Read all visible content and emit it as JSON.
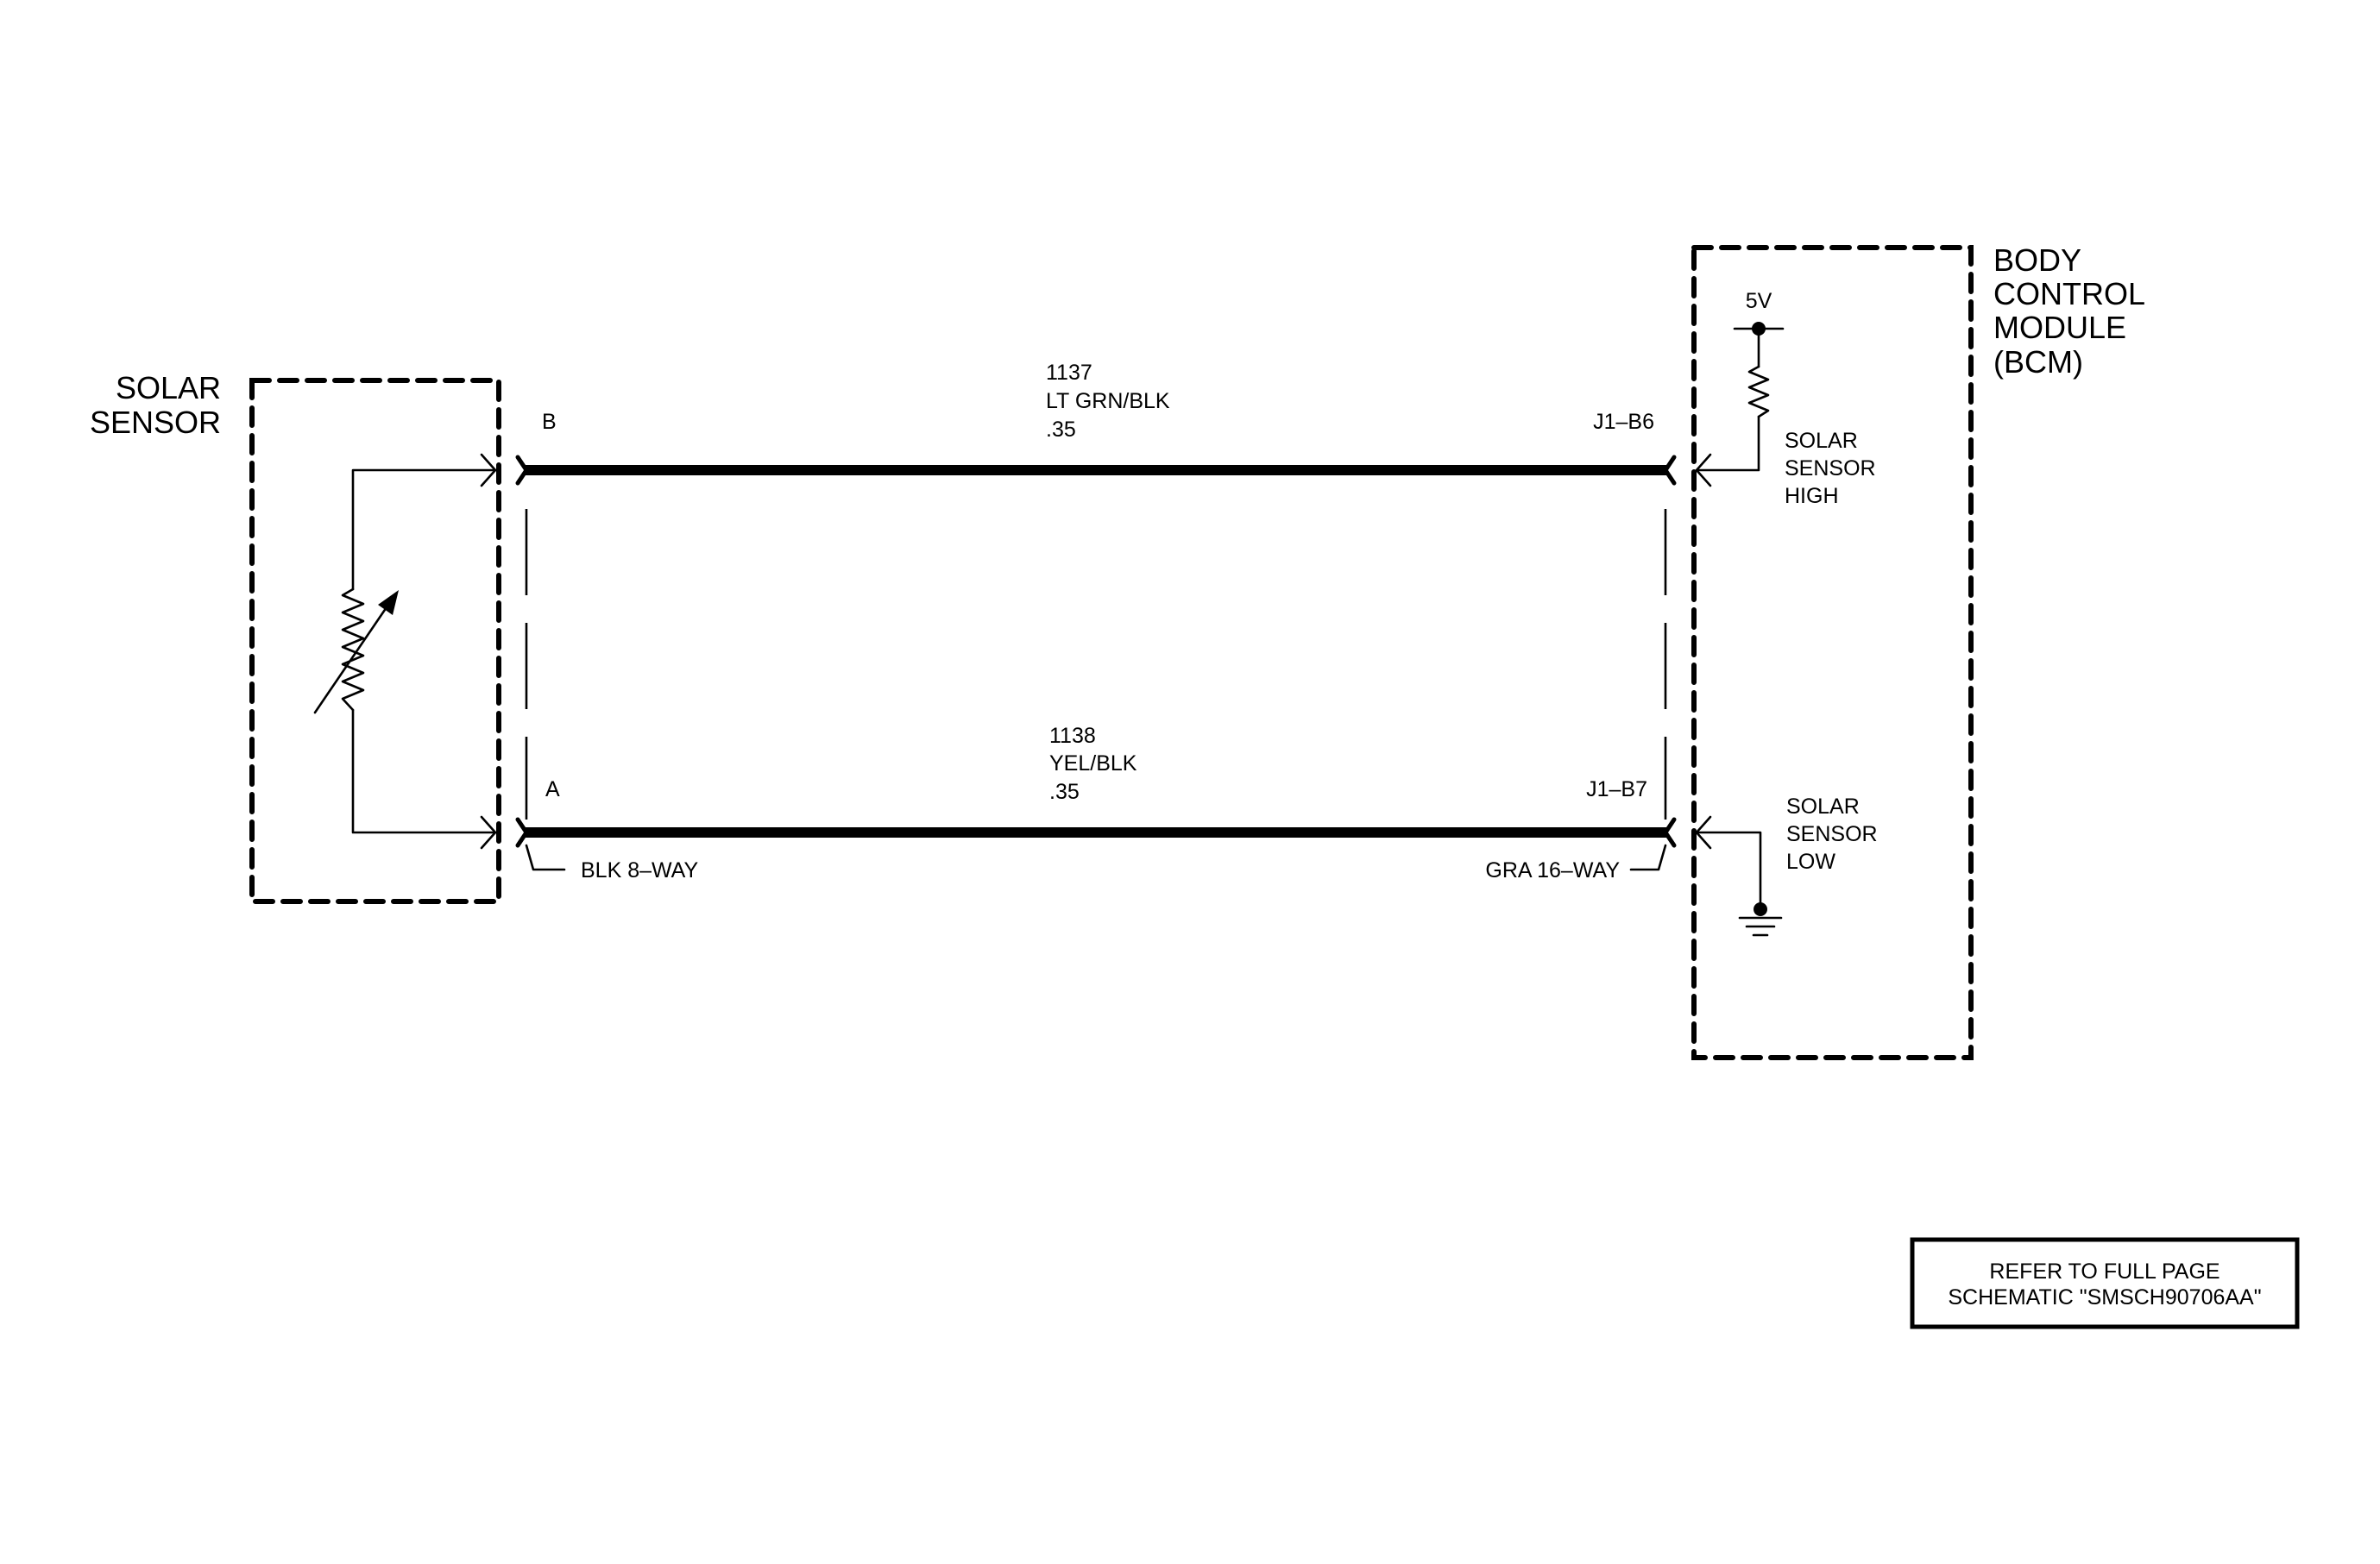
{
  "components": {
    "solar_sensor": {
      "label_line1": "SOLAR",
      "label_line2": "SENSOR"
    },
    "bcm": {
      "label_line1": "BODY",
      "label_line2": "CONTROL",
      "label_line3": "MODULE",
      "label_line4": "(BCM)"
    }
  },
  "supply": {
    "label": "5V"
  },
  "circuits": [
    {
      "number": "1137",
      "color": "LT GRN/BLK",
      "gauge": ".35",
      "sensor_pin": "B",
      "bcm_pin": "J1–B6",
      "bcm_signal_line1": "SOLAR",
      "bcm_signal_line2": "SENSOR",
      "bcm_signal_line3": "HIGH"
    },
    {
      "number": "1138",
      "color": "YEL/BLK",
      "gauge": ".35",
      "sensor_pin": "A",
      "bcm_pin": "J1–B7",
      "bcm_signal_line1": "SOLAR",
      "bcm_signal_line2": "SENSOR",
      "bcm_signal_line3": "LOW"
    }
  ],
  "connectors": {
    "sensor_connector": "BLK 8–WAY",
    "bcm_connector": "GRA 16–WAY"
  },
  "note": {
    "line1": "REFER TO FULL PAGE",
    "line2": "SCHEMATIC \"SMSCH90706AA\""
  }
}
